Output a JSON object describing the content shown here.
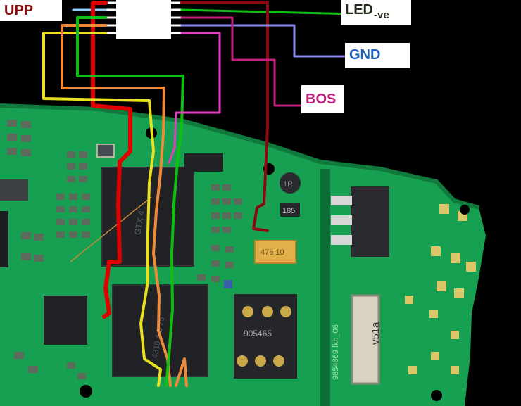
{
  "labels": {
    "upp": "UPP",
    "led": "LED",
    "led_sub": "-ve",
    "gnd": "GND",
    "bos": "BOS"
  },
  "component_markings": {
    "inductor": "1R",
    "transistor": "185",
    "capacitor": "476 10",
    "ic_top": "GTX 4",
    "ic_bottom": "4310 4 B 25",
    "sim": "905465",
    "pcb_code": "9854869 fkh_06",
    "motor": "v51a"
  },
  "colors": {
    "background": "#000000",
    "pcb": "#17a051",
    "pcb_dark": "#0f7a3c",
    "pad": "#d9c76a",
    "chip": "#202226",
    "upp_text": "#8b0a0a",
    "led_text": "#1f2a1a",
    "gnd_text": "#1f5fb8",
    "bos_text": "#c0207a",
    "wire_red": "#e00000",
    "wire_darkred": "#8b0a12",
    "wire_yellow": "#e8e020",
    "wire_orange": "#ee8a3a",
    "wire_green": "#10c010",
    "wire_blue": "#8888ee",
    "wire_magenta": "#e040c0",
    "wire_white": "#8fd0ff"
  }
}
